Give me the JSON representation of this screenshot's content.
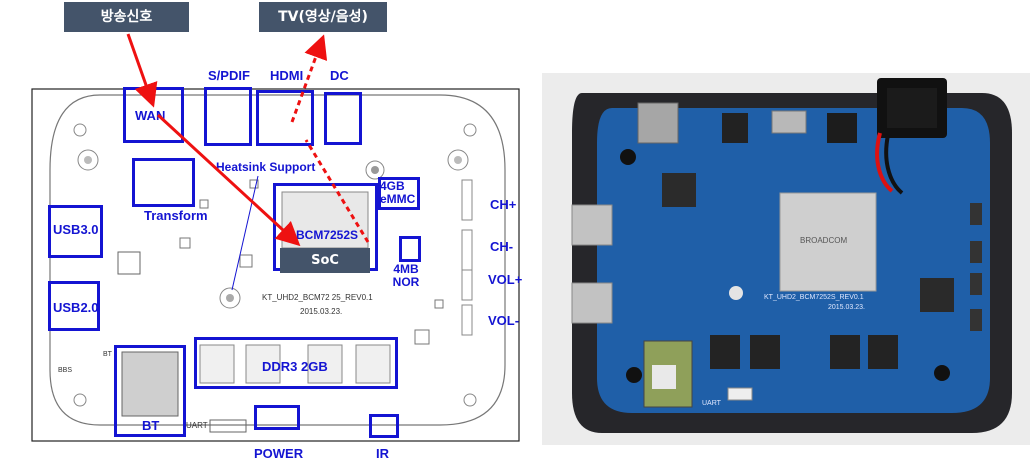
{
  "callouts": {
    "broadcast": "방송신호",
    "tv": "TV(영상/음성)",
    "soc": "SoC"
  },
  "top_labels": {
    "spdif": "S/PDIF",
    "hdmi": "HDMI",
    "dc": "DC"
  },
  "components": {
    "wan": "WAN",
    "heatsink": "Heatsink Support",
    "transform": "Transform",
    "emmc": "4GB eMMC",
    "bcm": "BCM7252S",
    "nor": "4MB NOR",
    "usb3": "USB3.0",
    "usb2": "USB2.0",
    "ddr3": "DDR3 2GB",
    "bt": "BT"
  },
  "side_labels": {
    "ch_plus": "CH+",
    "ch_minus": "CH-",
    "vol_plus": "VOL+",
    "vol_minus": "VOL-"
  },
  "bottom_labels": {
    "power": "POWER",
    "ir": "IR"
  },
  "silkscreen": {
    "board_name": "KT_UHD2_BCM72 25_REV0.1",
    "date": "2015.03.23.",
    "board_name_photo": "KT_UHD2_BCM7252S_REV0.1",
    "date_photo": "2015.03.23.",
    "uart": "UART",
    "bt_mark": "BT",
    "bbs_mark": "BBS",
    "chip_brand": "BROADCOM"
  },
  "colors": {
    "annotation": "#1414d2",
    "arrow": "#ee1111",
    "callout_bg": "#44546a",
    "pcb": "#1f5fa8",
    "case": "#26262a"
  }
}
